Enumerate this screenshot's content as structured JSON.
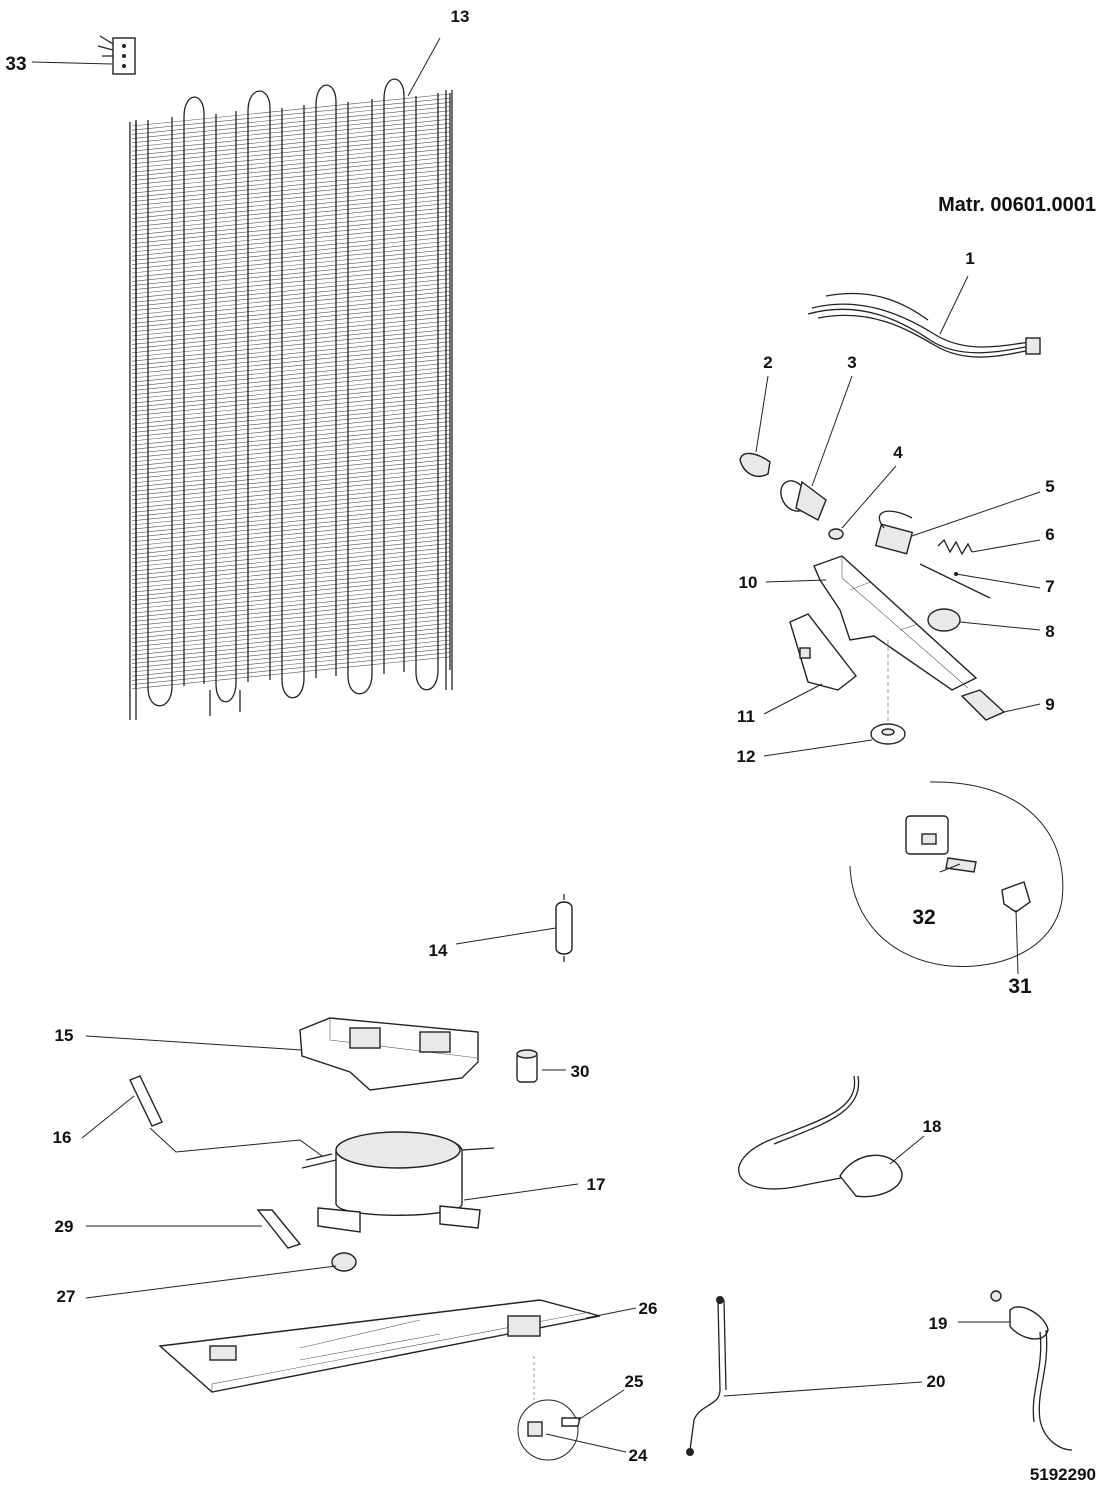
{
  "material_number": "Matr. 00601.0001",
  "drawing_number": "5192290",
  "callouts": [
    {
      "id": "1",
      "text": "1"
    },
    {
      "id": "2",
      "text": "2"
    },
    {
      "id": "3",
      "text": "3"
    },
    {
      "id": "4",
      "text": "4"
    },
    {
      "id": "5",
      "text": "5"
    },
    {
      "id": "6",
      "text": "6"
    },
    {
      "id": "7",
      "text": "7"
    },
    {
      "id": "8",
      "text": "8"
    },
    {
      "id": "9",
      "text": "9"
    },
    {
      "id": "10",
      "text": "10"
    },
    {
      "id": "11",
      "text": "11"
    },
    {
      "id": "12",
      "text": "12"
    },
    {
      "id": "13",
      "text": "13"
    },
    {
      "id": "14",
      "text": "14"
    },
    {
      "id": "15",
      "text": "15"
    },
    {
      "id": "16",
      "text": "16"
    },
    {
      "id": "17",
      "text": "17"
    },
    {
      "id": "18",
      "text": "18"
    },
    {
      "id": "19",
      "text": "19"
    },
    {
      "id": "20",
      "text": "20"
    },
    {
      "id": "24",
      "text": "24"
    },
    {
      "id": "25",
      "text": "25"
    },
    {
      "id": "26",
      "text": "26"
    },
    {
      "id": "27",
      "text": "27"
    },
    {
      "id": "29",
      "text": "29"
    },
    {
      "id": "30",
      "text": "30"
    },
    {
      "id": "31",
      "text": "31"
    },
    {
      "id": "32",
      "text": "32"
    },
    {
      "id": "33",
      "text": "33"
    }
  ]
}
